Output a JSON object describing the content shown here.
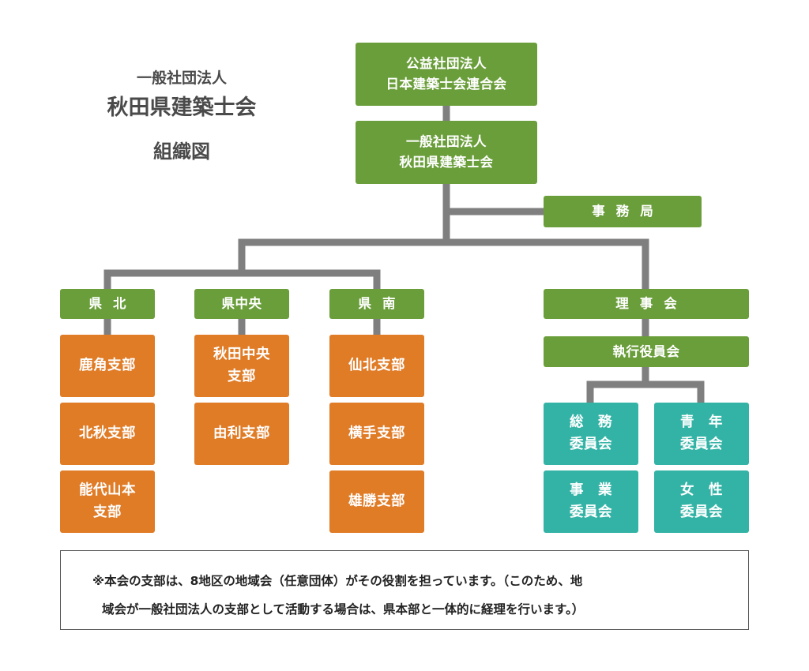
{
  "title": {
    "line1": "一般社団法人",
    "line2": "秋田県建築士会",
    "line3": "組織図"
  },
  "boxes": {
    "federation": "公益社団法人\n日本建築士会連合会",
    "association": "一般社団法人\n秋田県建築士会",
    "secretariat": "事務局",
    "kenpoku": "県北",
    "kenchuo": "県中央",
    "kennan": "県南",
    "board": "理事会",
    "executive": "執行役員会",
    "kazuno": "鹿角支部",
    "kitaaki": "北秋支部",
    "noshiro": "能代山本\n支部",
    "akita_chuo": "秋田中央\n支部",
    "yuri": "由利支部",
    "senboku": "仙北支部",
    "yokote": "横手支部",
    "ogachi": "雄勝支部",
    "general_affairs": "総　務\n委員会",
    "youth": "青　年\n委員会",
    "business": "事　業\n委員会",
    "women": "女　性\n委員会"
  },
  "colors": {
    "green": "#6a9e3a",
    "orange": "#e07b26",
    "teal": "#33b3a6",
    "connector": "#7f7f7f"
  },
  "note": {
    "line1": "※本会の支部は、8地区の地域会（任意団体）がその役割を担っています。（このため、地",
    "line2": "域会が一般社団法人の支部として活動する場合は、県本部と一体的に経理を行います。）"
  }
}
